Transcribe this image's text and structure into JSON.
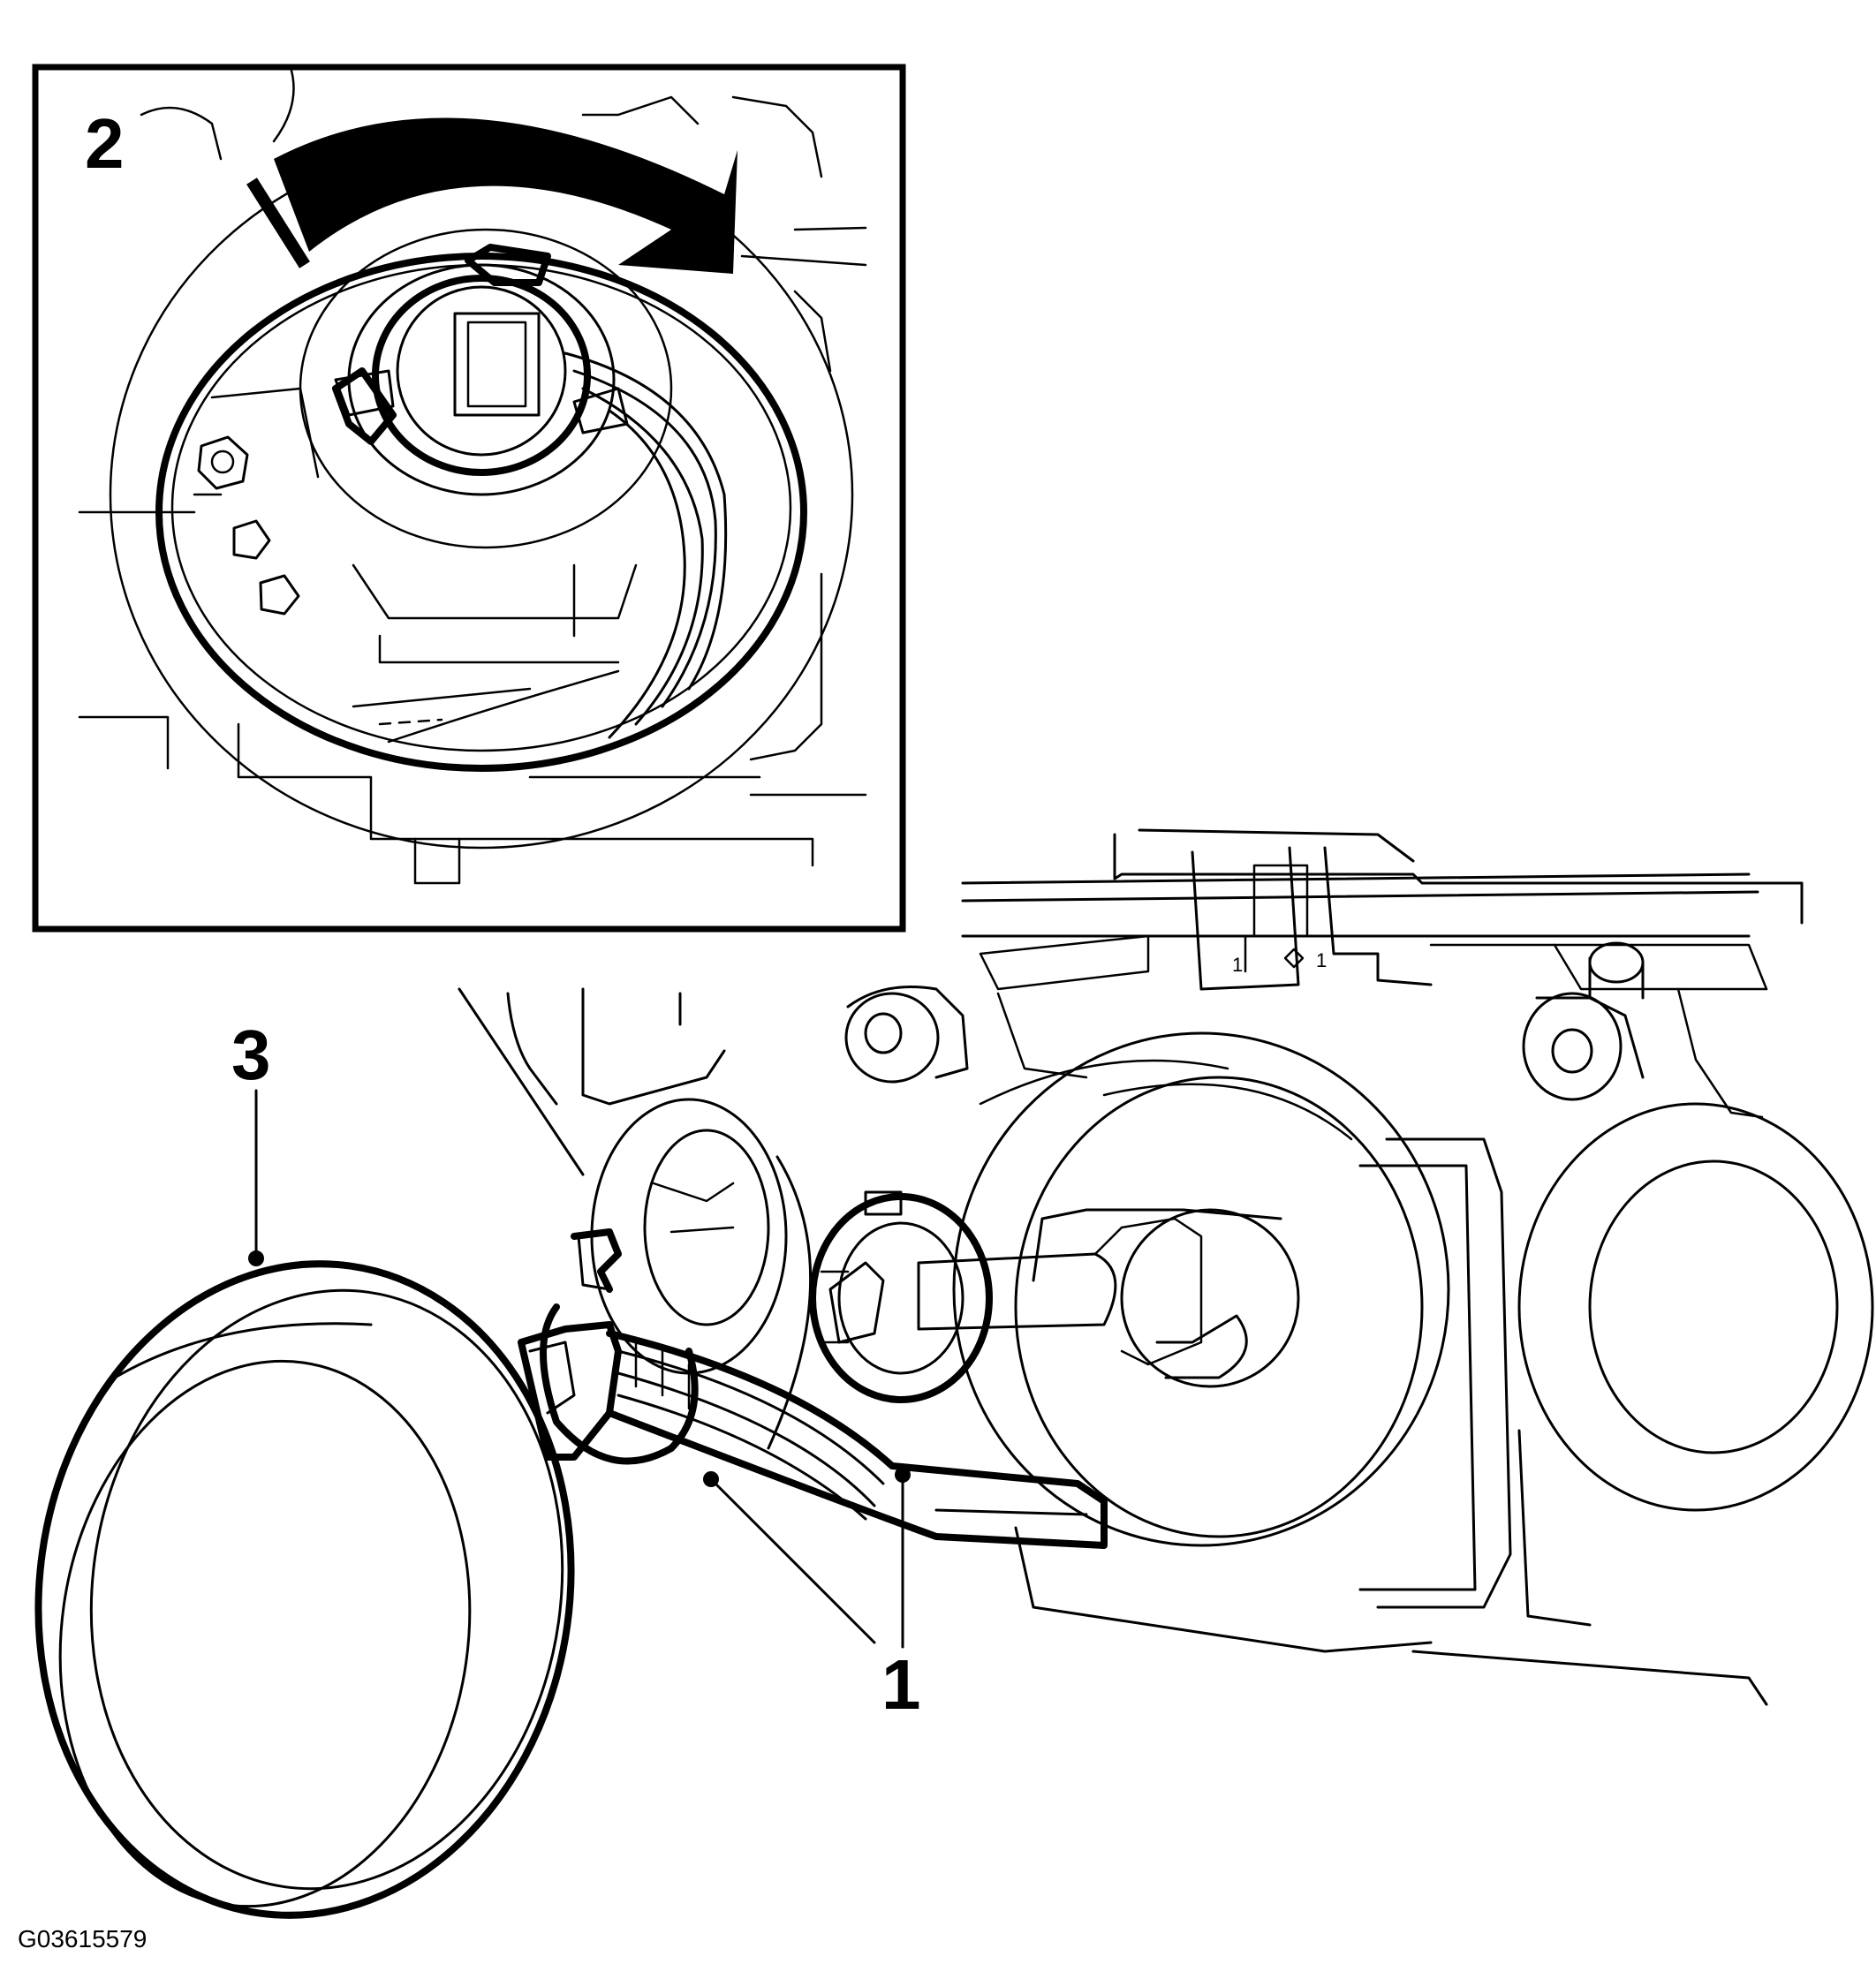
{
  "callouts": {
    "one": "1",
    "two": "2",
    "three": "3"
  },
  "figure_id": "G03615579",
  "housing_marks": {
    "mark_a": "1",
    "mark_b": "1"
  },
  "colors": {
    "line": "#000000",
    "background": "#ffffff"
  }
}
